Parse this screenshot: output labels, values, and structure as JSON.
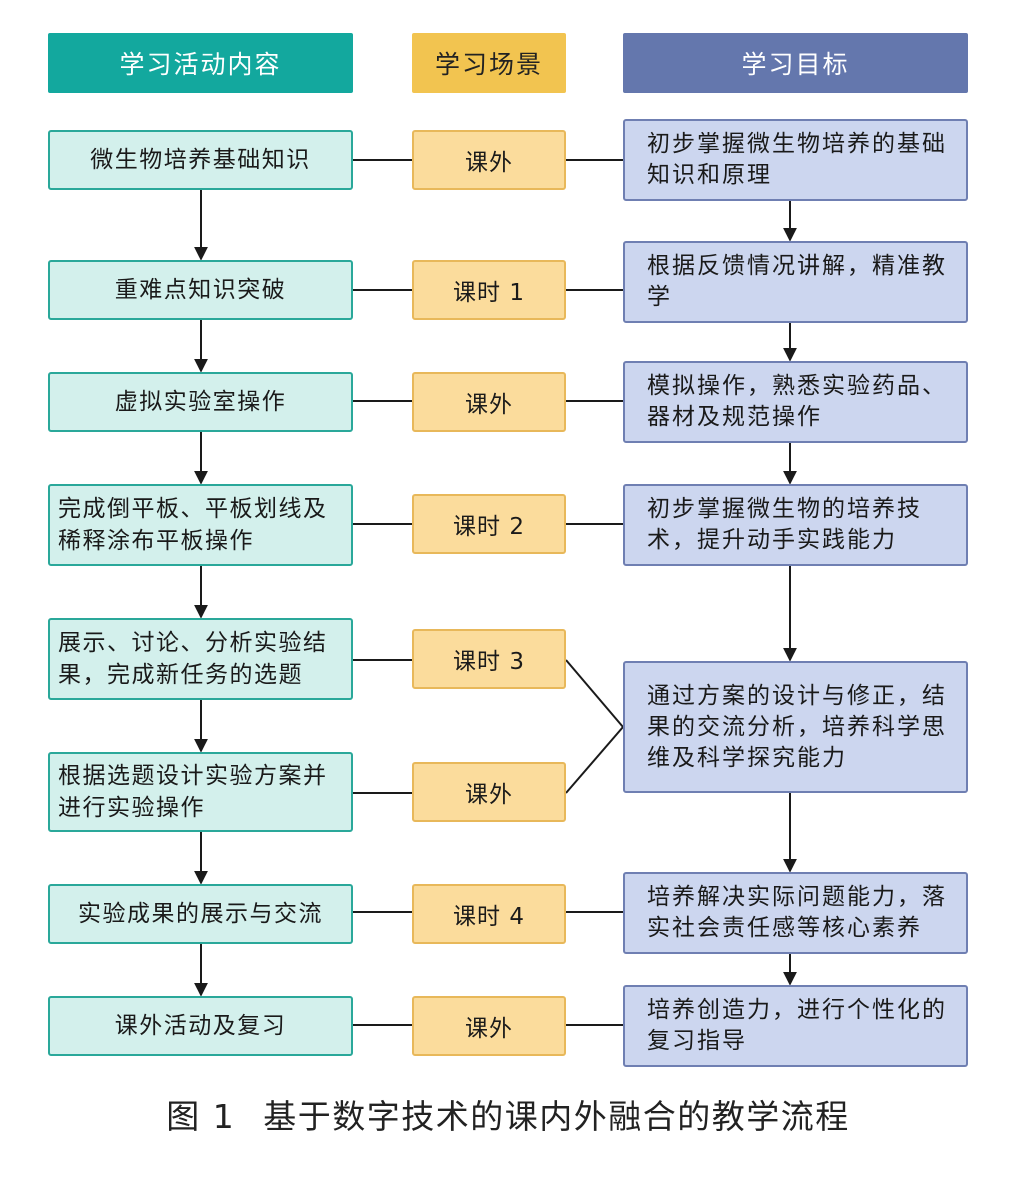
{
  "headers": {
    "activities": "学习活动内容",
    "scenes": "学习场景",
    "goals": "学习目标"
  },
  "activities": [
    "微生物培养基础知识",
    "重难点知识突破",
    "虚拟实验室操作",
    "完成倒平板、平板划线及稀释涂布平板操作",
    "展示、讨论、分析实验结果，完成新任务的选题",
    "根据选题设计实验方案并进行实验操作",
    "实验成果的展示与交流",
    "课外活动及复习"
  ],
  "scenes": [
    "课外",
    "课时 1",
    "课外",
    "课时 2",
    "课时 3",
    "课外",
    "课时 4",
    "课外"
  ],
  "goals": [
    "初步掌握微生物培养的基础知识和原理",
    "根据反馈情况讲解，精准教学",
    "模拟操作，熟悉实验药品、器材及规范操作",
    "初步掌握微生物的培养技术，提升动手实践能力",
    "通过方案的设计与修正，结果的交流分析，培养科学思维及科学探究能力",
    "培养解决实际问题能力，落实社会责任感等核心素养",
    "培养创造力，进行个性化的复习指导"
  ],
  "caption": {
    "number": "图 1",
    "title": "基于数字技术的课内外融合的教学流程"
  },
  "colors": {
    "activity_fill": "#d3f0ec",
    "activity_border": "#2aa89a",
    "scene_fill": "#fbdc9c",
    "goal_fill": "#ccd6ef",
    "goal_border": "#6f7fb2"
  }
}
